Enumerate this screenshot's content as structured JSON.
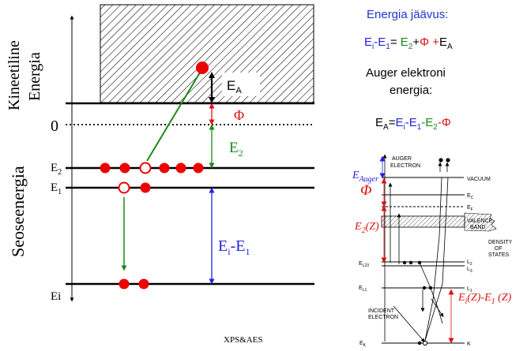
{
  "axis": {
    "kinetic_label_1": "Kineetiline",
    "kinetic_label_2": "Energia",
    "binding_label": "Seoseenergia",
    "zero": "0"
  },
  "levels": {
    "e2": "E",
    "e2_sub": "2",
    "e1": "E",
    "e1_sub": "1",
    "ei": "Ei"
  },
  "labels": {
    "ea": "E",
    "ea_sub": "A",
    "phi": "Φ",
    "e2": "E",
    "e2_sub": "2",
    "ei_e1_a": "E",
    "ei_e1_sub_i": "i",
    "ei_e1_b": "-E",
    "ei_e1_sub_1": "1"
  },
  "right_panel": {
    "title": "Energia jäävus:",
    "eq1": {
      "ei": "E",
      "i": "i",
      "minus_e1": "-E",
      "one": "1",
      "eq": "= ",
      "e2": "E",
      "two": "2",
      "plus": "+",
      "phi": "Φ",
      "plus2": " +",
      "ea": "E",
      "a": "A"
    },
    "auger_line1": "Auger elektroni",
    "auger_line2": "energia:",
    "eq2": {
      "ea": "E",
      "a": "A",
      "eq": "=",
      "ei": "E",
      "i": "i",
      "minus_e1": "-E",
      "one": "1",
      "minus_e2": "-E",
      "two": "2",
      "minus_phi": "-",
      "phi": "Φ"
    }
  },
  "inset": {
    "e_auger": "E",
    "e_auger_sub": "Auger",
    "phi": "Φ",
    "e2z": "E",
    "e2z_sub": "2",
    "e2z_suffix": "(Z)",
    "eiz": "E",
    "eiz_sub": "i",
    "eiz_mid": "(Z)-E",
    "eiz_sub1": "1",
    "eiz_suffix": " (Z)",
    "auger_electron_1": "AUGER",
    "auger_electron_2": "ELECTRON",
    "vacuum": "VACUUM",
    "ec": "E",
    "ec_sub": "C",
    "ef": "E",
    "ef_sub": "F",
    "valence_1": "VALENCE",
    "valence_2": "BAND",
    "dos_1": "DENSITY",
    "dos_2": "OF",
    "dos_3": "STATES",
    "el23": "E",
    "el23_sub": "L23",
    "l2": "L",
    "l2_sub": "2",
    "l3": "L",
    "l3_sub": "3",
    "el1": "E",
    "el1_sub": "L1",
    "l1": "L",
    "l1_sub": "1",
    "incident_1": "INCIDENT",
    "incident_2": "ELECTRON",
    "ek": "E",
    "ek_sub": "K",
    "k": "K"
  },
  "footer": "XPS&AES",
  "colors": {
    "red": "#dd1111",
    "green": "#1a8a1a",
    "blue": "#2222dd",
    "black": "#000000"
  }
}
